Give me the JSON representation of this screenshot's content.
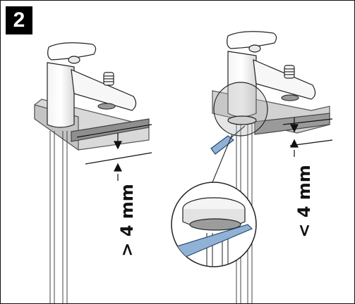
{
  "step_number": "2",
  "left_panel": {
    "measurement_label": "> 4 mm"
  },
  "right_panel": {
    "measurement_label": "< 4 mm"
  }
}
